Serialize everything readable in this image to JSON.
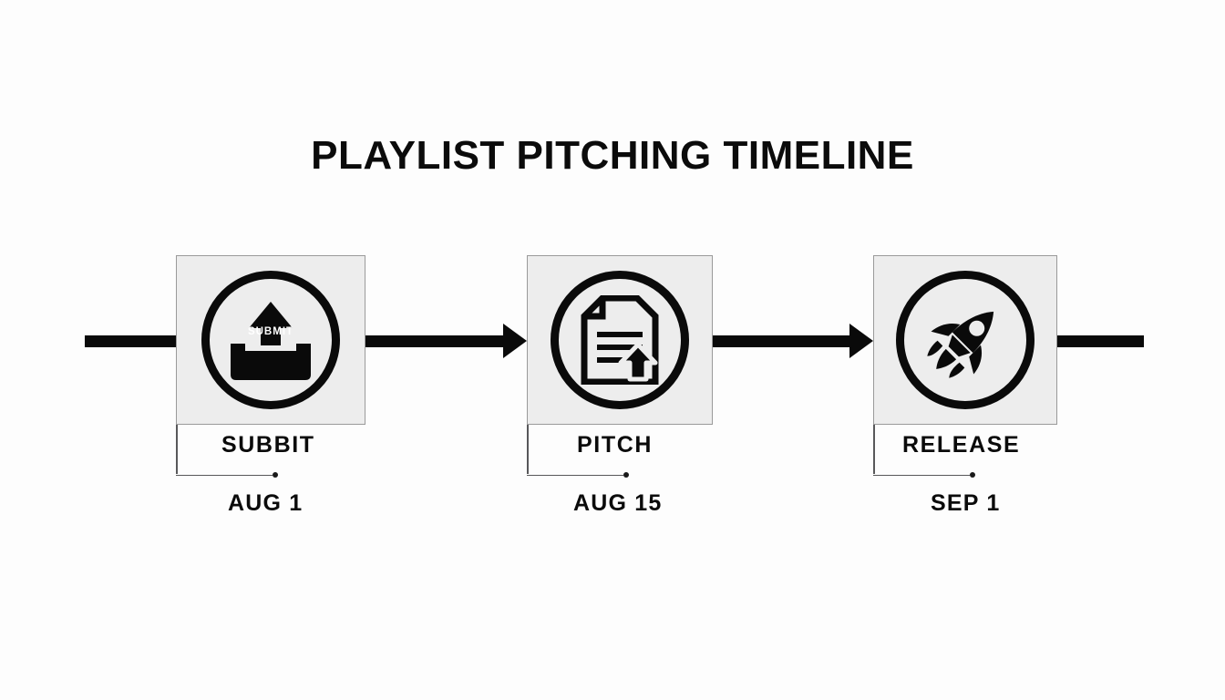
{
  "diagram": {
    "title": "PLAYLIST PITCHING TIMELINE",
    "type": "horizontal-process-timeline",
    "background_color": "#fdfdfd",
    "accent_color": "#0a0a0a",
    "node_fill_color": "#ededed",
    "node_border_color": "#9a9a9a",
    "bracket_color": "#58585a",
    "steps": [
      {
        "label": "SUBBIT",
        "date": "AUG 1",
        "icon": "upload-tray-icon",
        "icon_inner_text": "SUBMIT"
      },
      {
        "label": "PITCH",
        "date": "AUG 15",
        "icon": "document-upload-icon",
        "icon_inner_text": ""
      },
      {
        "label": "RELEASE",
        "date": "SEP 1",
        "icon": "rocket-icon",
        "icon_inner_text": ""
      }
    ],
    "connectors": [
      {
        "from": "SUBBIT",
        "to": "PITCH",
        "style": "solid-arrow"
      },
      {
        "from": "PITCH",
        "to": "RELEASE",
        "style": "solid-arrow"
      }
    ],
    "rail": {
      "left_segment": "solid-line-no-arrow",
      "right_segment": "solid-line-no-arrow"
    }
  }
}
